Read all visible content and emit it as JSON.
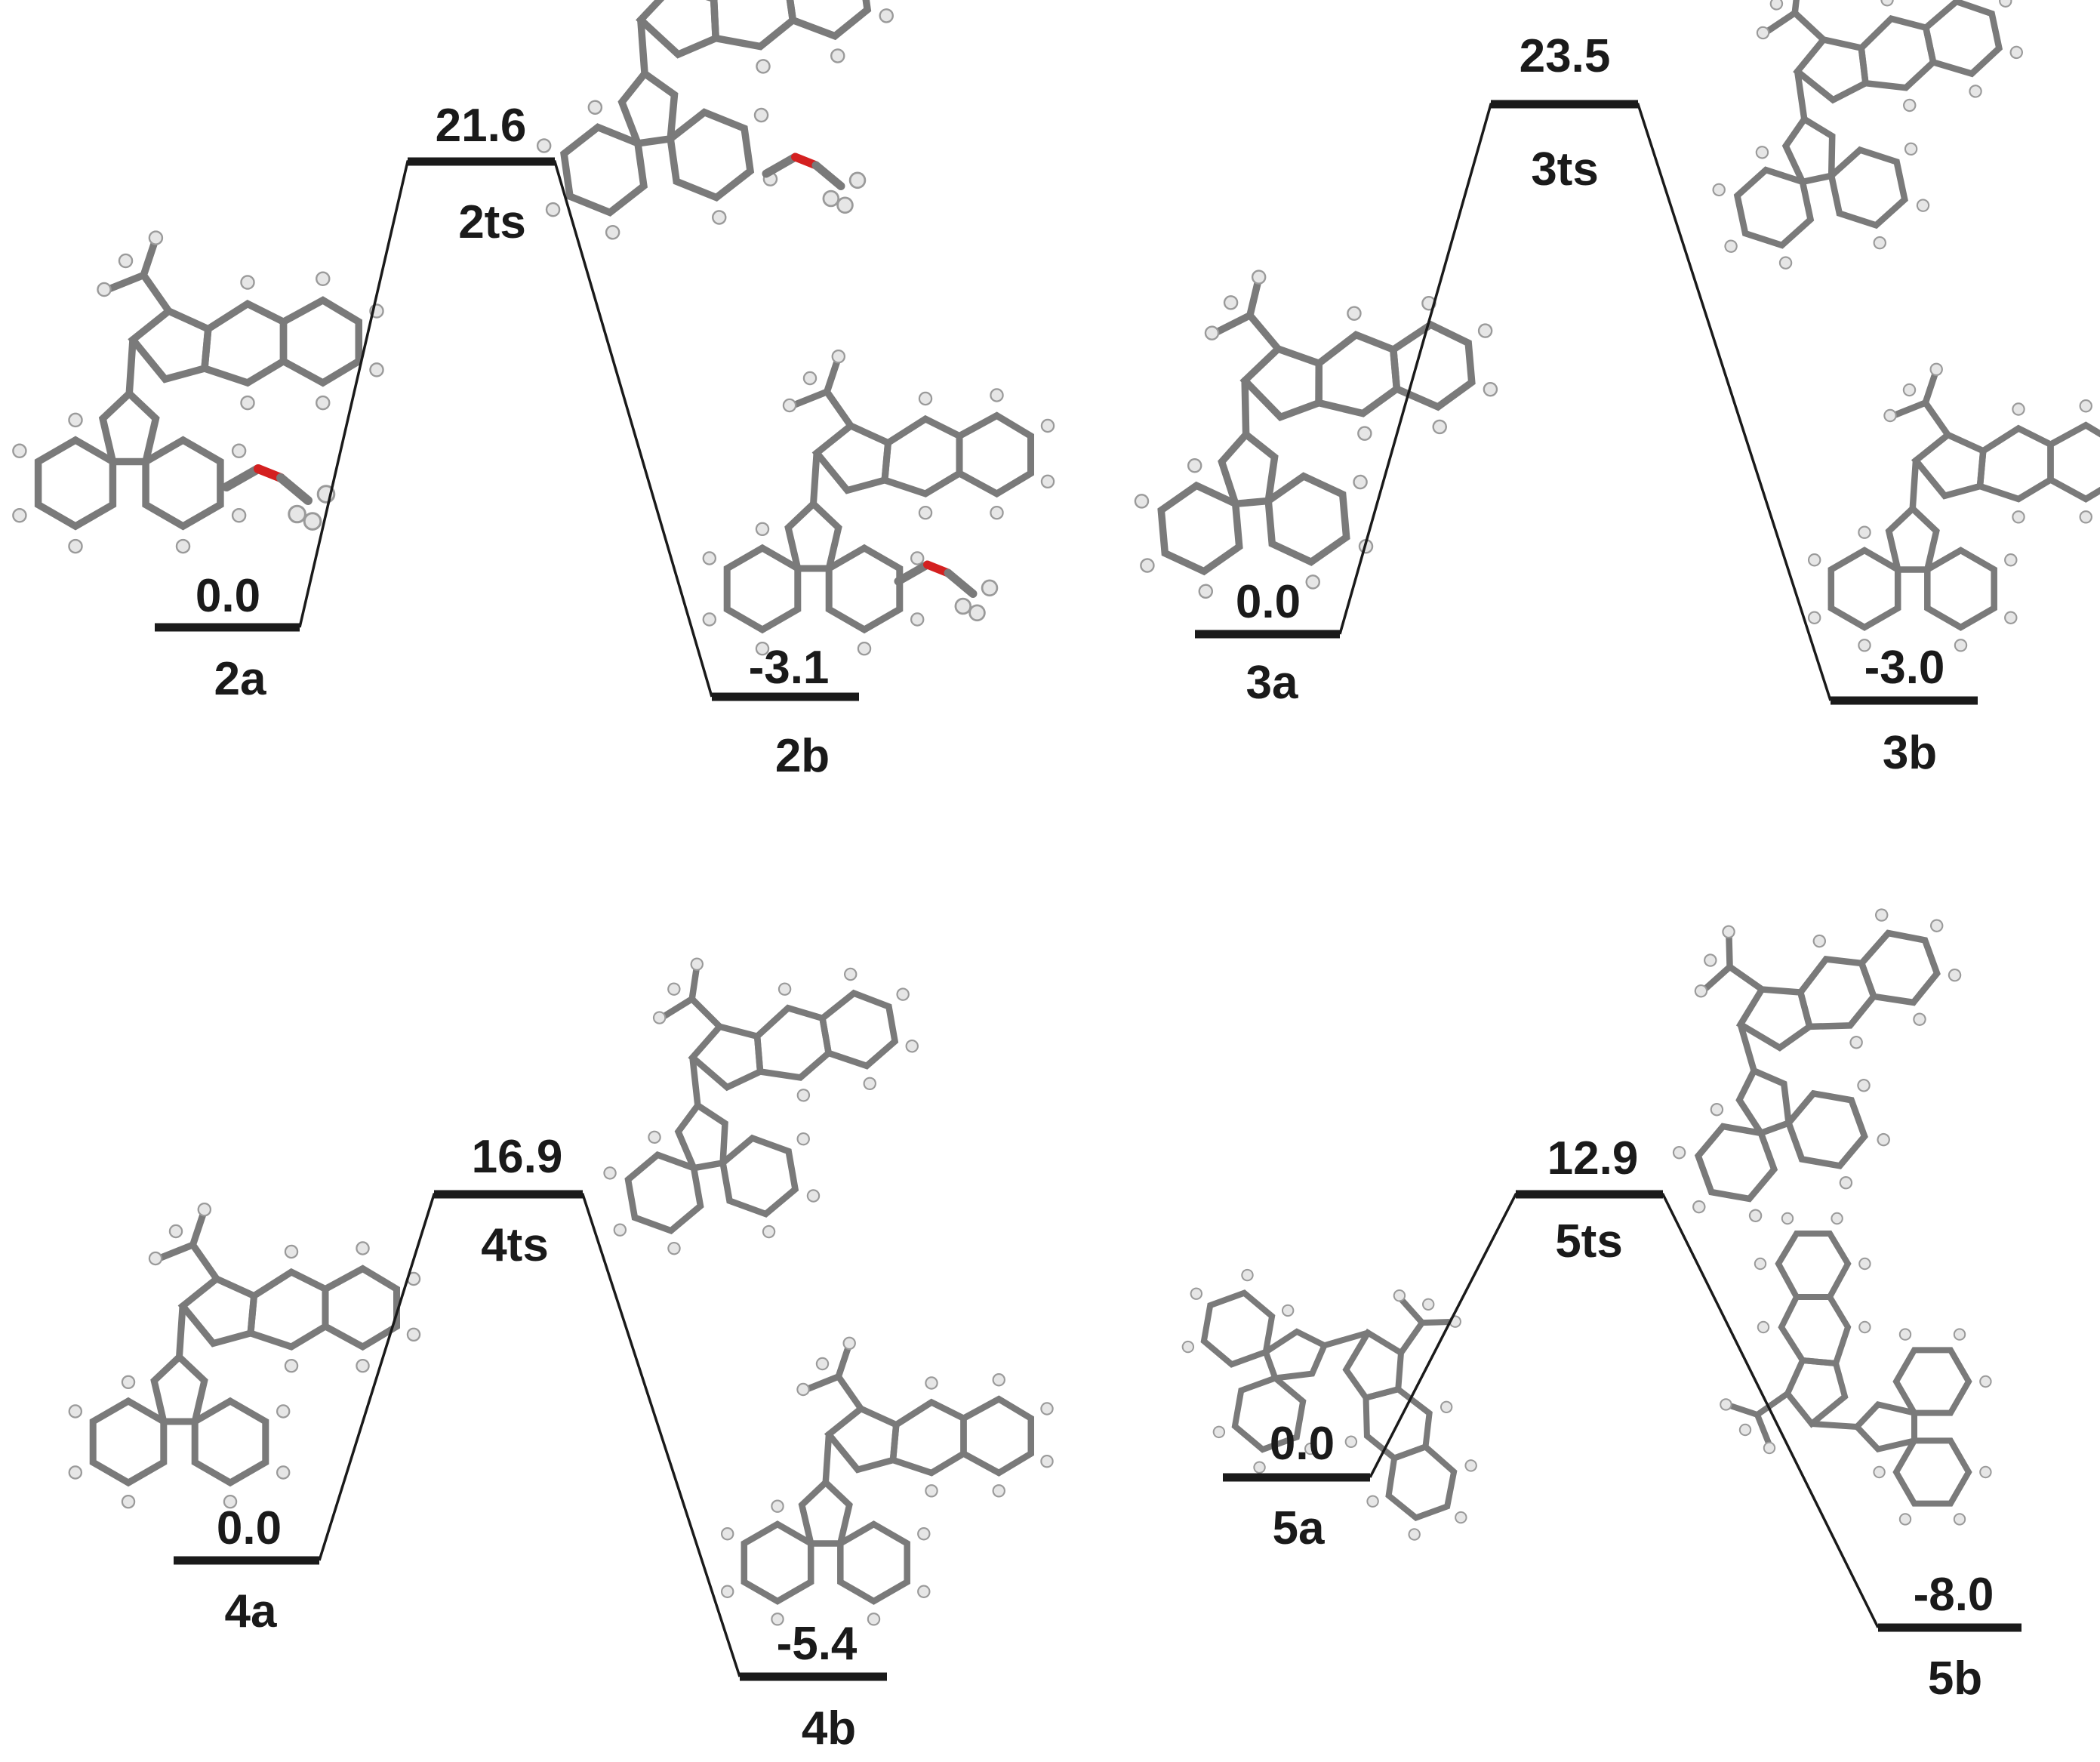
{
  "colors": {
    "line": "#1a1a1a",
    "bond": "#7a7a7a",
    "oxygen": "#d42020",
    "hydrogen": "#e6e6e6"
  },
  "panels": [
    {
      "id": "2",
      "reactant": {
        "label": "2a",
        "energy": "0.0"
      },
      "ts": {
        "label": "2ts",
        "energy": "21.6"
      },
      "product": {
        "label": "2b",
        "energy": "-3.1"
      }
    },
    {
      "id": "3",
      "reactant": {
        "label": "3a",
        "energy": "0.0"
      },
      "ts": {
        "label": "3ts",
        "energy": "23.5"
      },
      "product": {
        "label": "3b",
        "energy": "-3.0"
      }
    },
    {
      "id": "4",
      "reactant": {
        "label": "4a",
        "energy": "0.0"
      },
      "ts": {
        "label": "4ts",
        "energy": "16.9"
      },
      "product": {
        "label": "4b",
        "energy": "-5.4"
      }
    },
    {
      "id": "5",
      "reactant": {
        "label": "5a",
        "energy": "0.0"
      },
      "ts": {
        "label": "5ts",
        "energy": "12.9"
      },
      "product": {
        "label": "5b",
        "energy": "-8.0"
      }
    }
  ]
}
